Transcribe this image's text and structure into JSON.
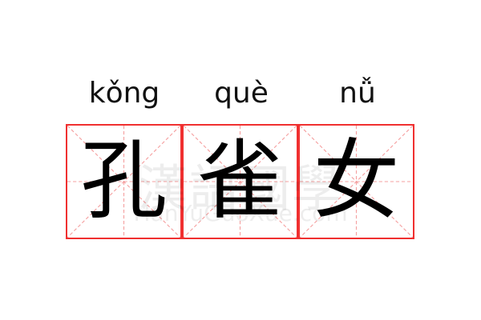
{
  "pinyin": [
    "kǒng",
    "què",
    "nǚ"
  ],
  "characters": [
    "孔",
    "雀",
    "女"
  ],
  "watermark": {
    "chinese": "漢語國學",
    "latin": "HanYuGuoXue.com"
  },
  "colors": {
    "grid_border": "#f03030",
    "grid_guides": "#f5a0a0"
  }
}
